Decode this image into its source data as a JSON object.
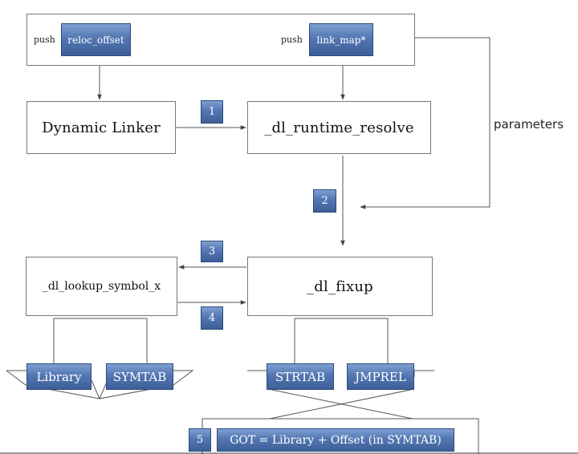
{
  "stack": {
    "push1_label": "push",
    "push1_value": "reloc_offset",
    "push2_label": "push",
    "push2_value": "link_map*"
  },
  "boxes": {
    "dynamic_linker": "Dynamic Linker",
    "runtime_resolve": "_dl_runtime_resolve",
    "lookup_symbol": "_dl_lookup_symbol_x",
    "fixup": "_dl_fixup"
  },
  "steps": [
    "1",
    "2",
    "3",
    "4",
    "5"
  ],
  "side_label": "parameters",
  "tables": {
    "library": "Library",
    "symtab": "SYMTAB",
    "strtab": "STRTAB",
    "jmprel": "JMPREL"
  },
  "result": "GOT = Library + Offset (in SYMTAB)",
  "colors": {
    "tag_top": "#7d9fd2",
    "tag_bottom": "#3e5f98",
    "line": "#555555"
  }
}
